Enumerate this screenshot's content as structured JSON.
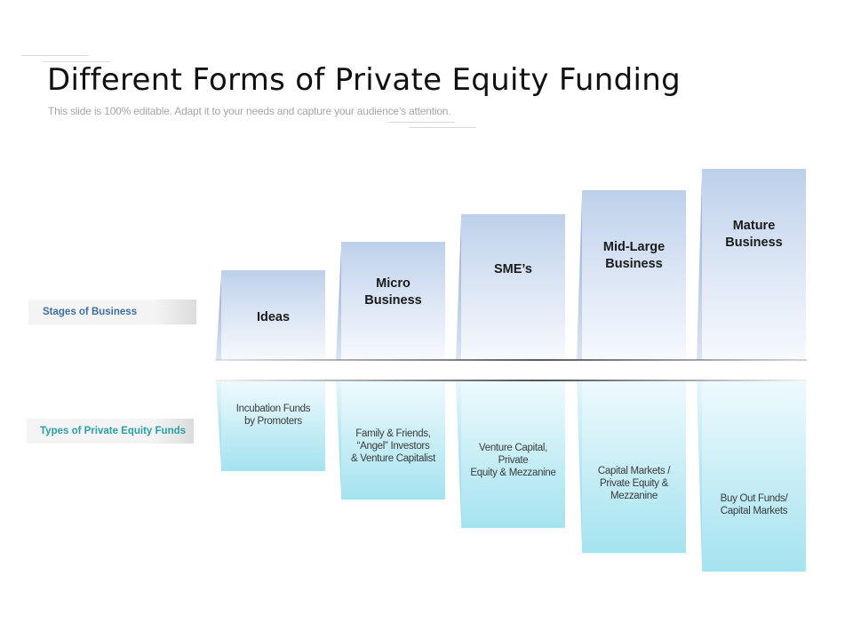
{
  "slide": {
    "title": "Different Forms of Private Equity Funding",
    "subtitle": "This slide is 100% editable. Adapt it to your needs and capture your audience’s attention."
  },
  "row_labels": {
    "stages": "Stages of Business",
    "types": "Types of Private Equity Funds"
  },
  "colors": {
    "stage_box_top": "#bdd0ea",
    "fund_box_bottom": "#a4e3f0",
    "stages_label_text": "#3f6ea1",
    "types_label_text": "#27a0a6"
  },
  "stages": [
    {
      "label_line1": "Ideas",
      "label_line2": ""
    },
    {
      "label_line1": "Micro",
      "label_line2": "Business"
    },
    {
      "label_line1": "SME’s",
      "label_line2": ""
    },
    {
      "label_line1": "Mid-Large",
      "label_line2": "Business"
    },
    {
      "label_line1": "Mature",
      "label_line2": "Business"
    }
  ],
  "funds": [
    {
      "lines": [
        "Incubation Funds",
        "by Promoters"
      ]
    },
    {
      "lines": [
        "Family & Friends,",
        "“Angel” Investors",
        "& Venture Capitalist"
      ]
    },
    {
      "lines": [
        "Venture Capital,",
        "Private",
        "Equity & Mezzanine"
      ]
    },
    {
      "lines": [
        "Capital Markets /",
        "Private Equity &",
        "Mezzanine"
      ]
    },
    {
      "lines": [
        "Buy Out Funds/",
        "Capital Markets"
      ]
    }
  ]
}
